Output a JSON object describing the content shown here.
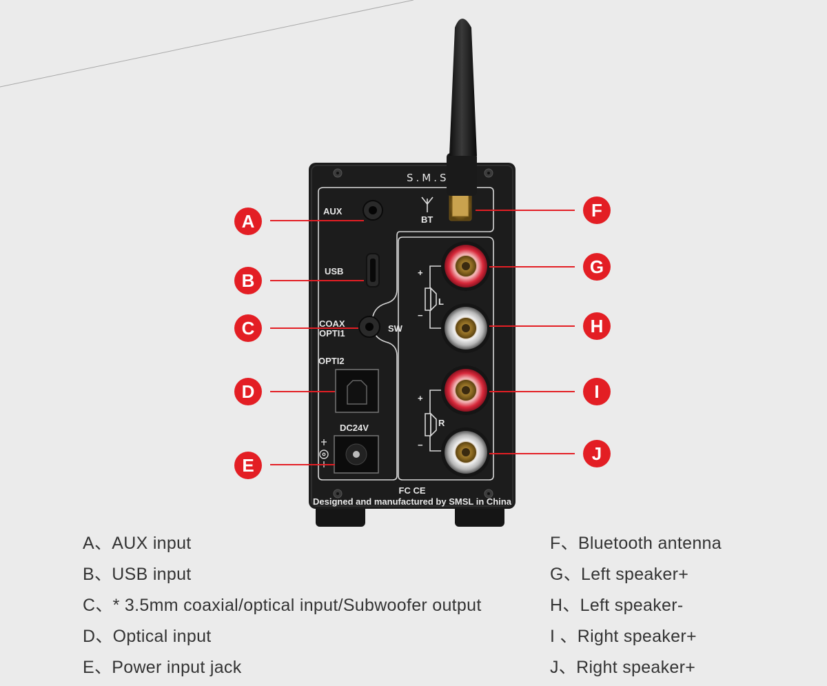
{
  "device": {
    "brand": "S.M.S.L",
    "labels": {
      "aux": "AUX",
      "usb": "USB",
      "coax": "COAX",
      "opti1": "OPTI1",
      "sw": "SW",
      "opti2": "OPTI2",
      "dc": "DC24V",
      "bt": "BT",
      "left": "L",
      "right": "R",
      "plus": "+",
      "minus": "−",
      "certs": "FC CE",
      "footer": "Designed and manufactured by SMSL in China"
    }
  },
  "callouts": [
    "A",
    "B",
    "C",
    "D",
    "E",
    "F",
    "G",
    "H",
    "I",
    "J"
  ],
  "legend": {
    "left": [
      "A、AUX input",
      "B、USB input",
      "C、* 3.5mm coaxial/optical input/Subwoofer output",
      "D、Optical input",
      "E、Power input jack"
    ],
    "right": [
      "F、Bluetooth antenna",
      "G、Left speaker+",
      "H、Left speaker-",
      "I 、Right speaker+",
      "J、Right speaker+"
    ]
  },
  "colors": {
    "callout": "#e31e24",
    "panel": "#1c1c1c",
    "background": "#ebebeb",
    "text": "#333333"
  }
}
